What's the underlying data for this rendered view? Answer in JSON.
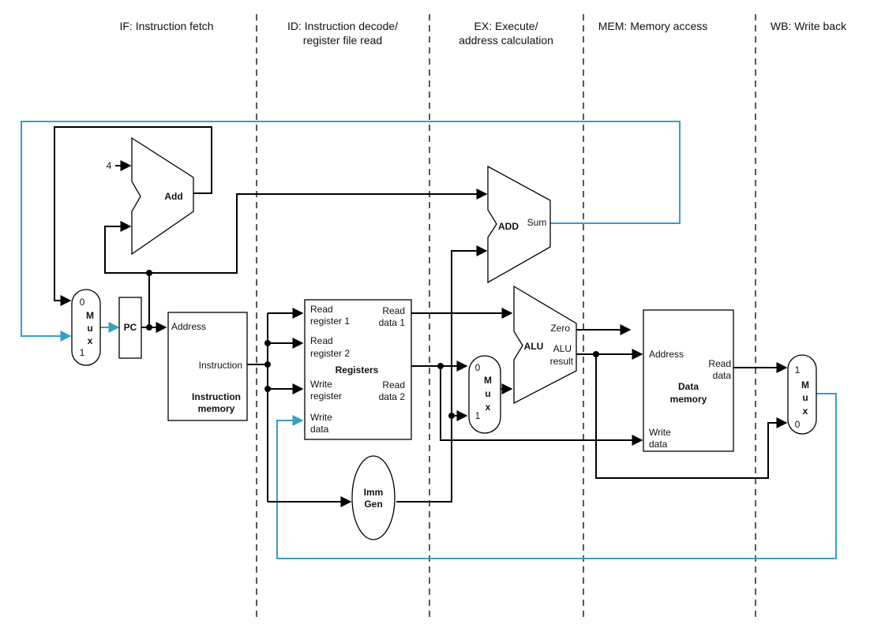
{
  "stages": [
    "IF: Instruction fetch",
    "ID: Instruction decode/",
    "register file read",
    "EX: Execute/",
    "address calculation",
    "MEM: Memory access",
    "WB: Write back"
  ],
  "pc": "PC",
  "add_const": "4",
  "add": "Add",
  "mux": {
    "m": "M",
    "u": "u",
    "x": "x",
    "in0": "0",
    "in1": "1"
  },
  "imem": {
    "address": "Address",
    "instruction": "Instruction",
    "title1": "Instruction",
    "title2": "memory"
  },
  "regs": {
    "rr1a": "Read",
    "rr1b": "register 1",
    "rr2a": "Read",
    "rr2b": "register 2",
    "wra": "Write",
    "wrb": "register",
    "wda": "Write",
    "wdb": "data",
    "rd1a": "Read",
    "rd1b": "data 1",
    "rd2a": "Read",
    "rd2b": "data 2",
    "title": "Registers"
  },
  "immgen": {
    "l1": "Imm",
    "l2": "Gen"
  },
  "adder2": {
    "label": "ADD",
    "sum": "Sum"
  },
  "alu": {
    "label": "ALU",
    "zero": "Zero",
    "res1": "ALU",
    "res2": "result"
  },
  "dmem": {
    "address": "Address",
    "wd1": "Write",
    "wd2": "data",
    "rd1": "Read",
    "rd2": "data",
    "title1": "Data",
    "title2": "memory"
  },
  "colors": {
    "control_wire": "#3a9ec2",
    "wire": "#000000"
  }
}
